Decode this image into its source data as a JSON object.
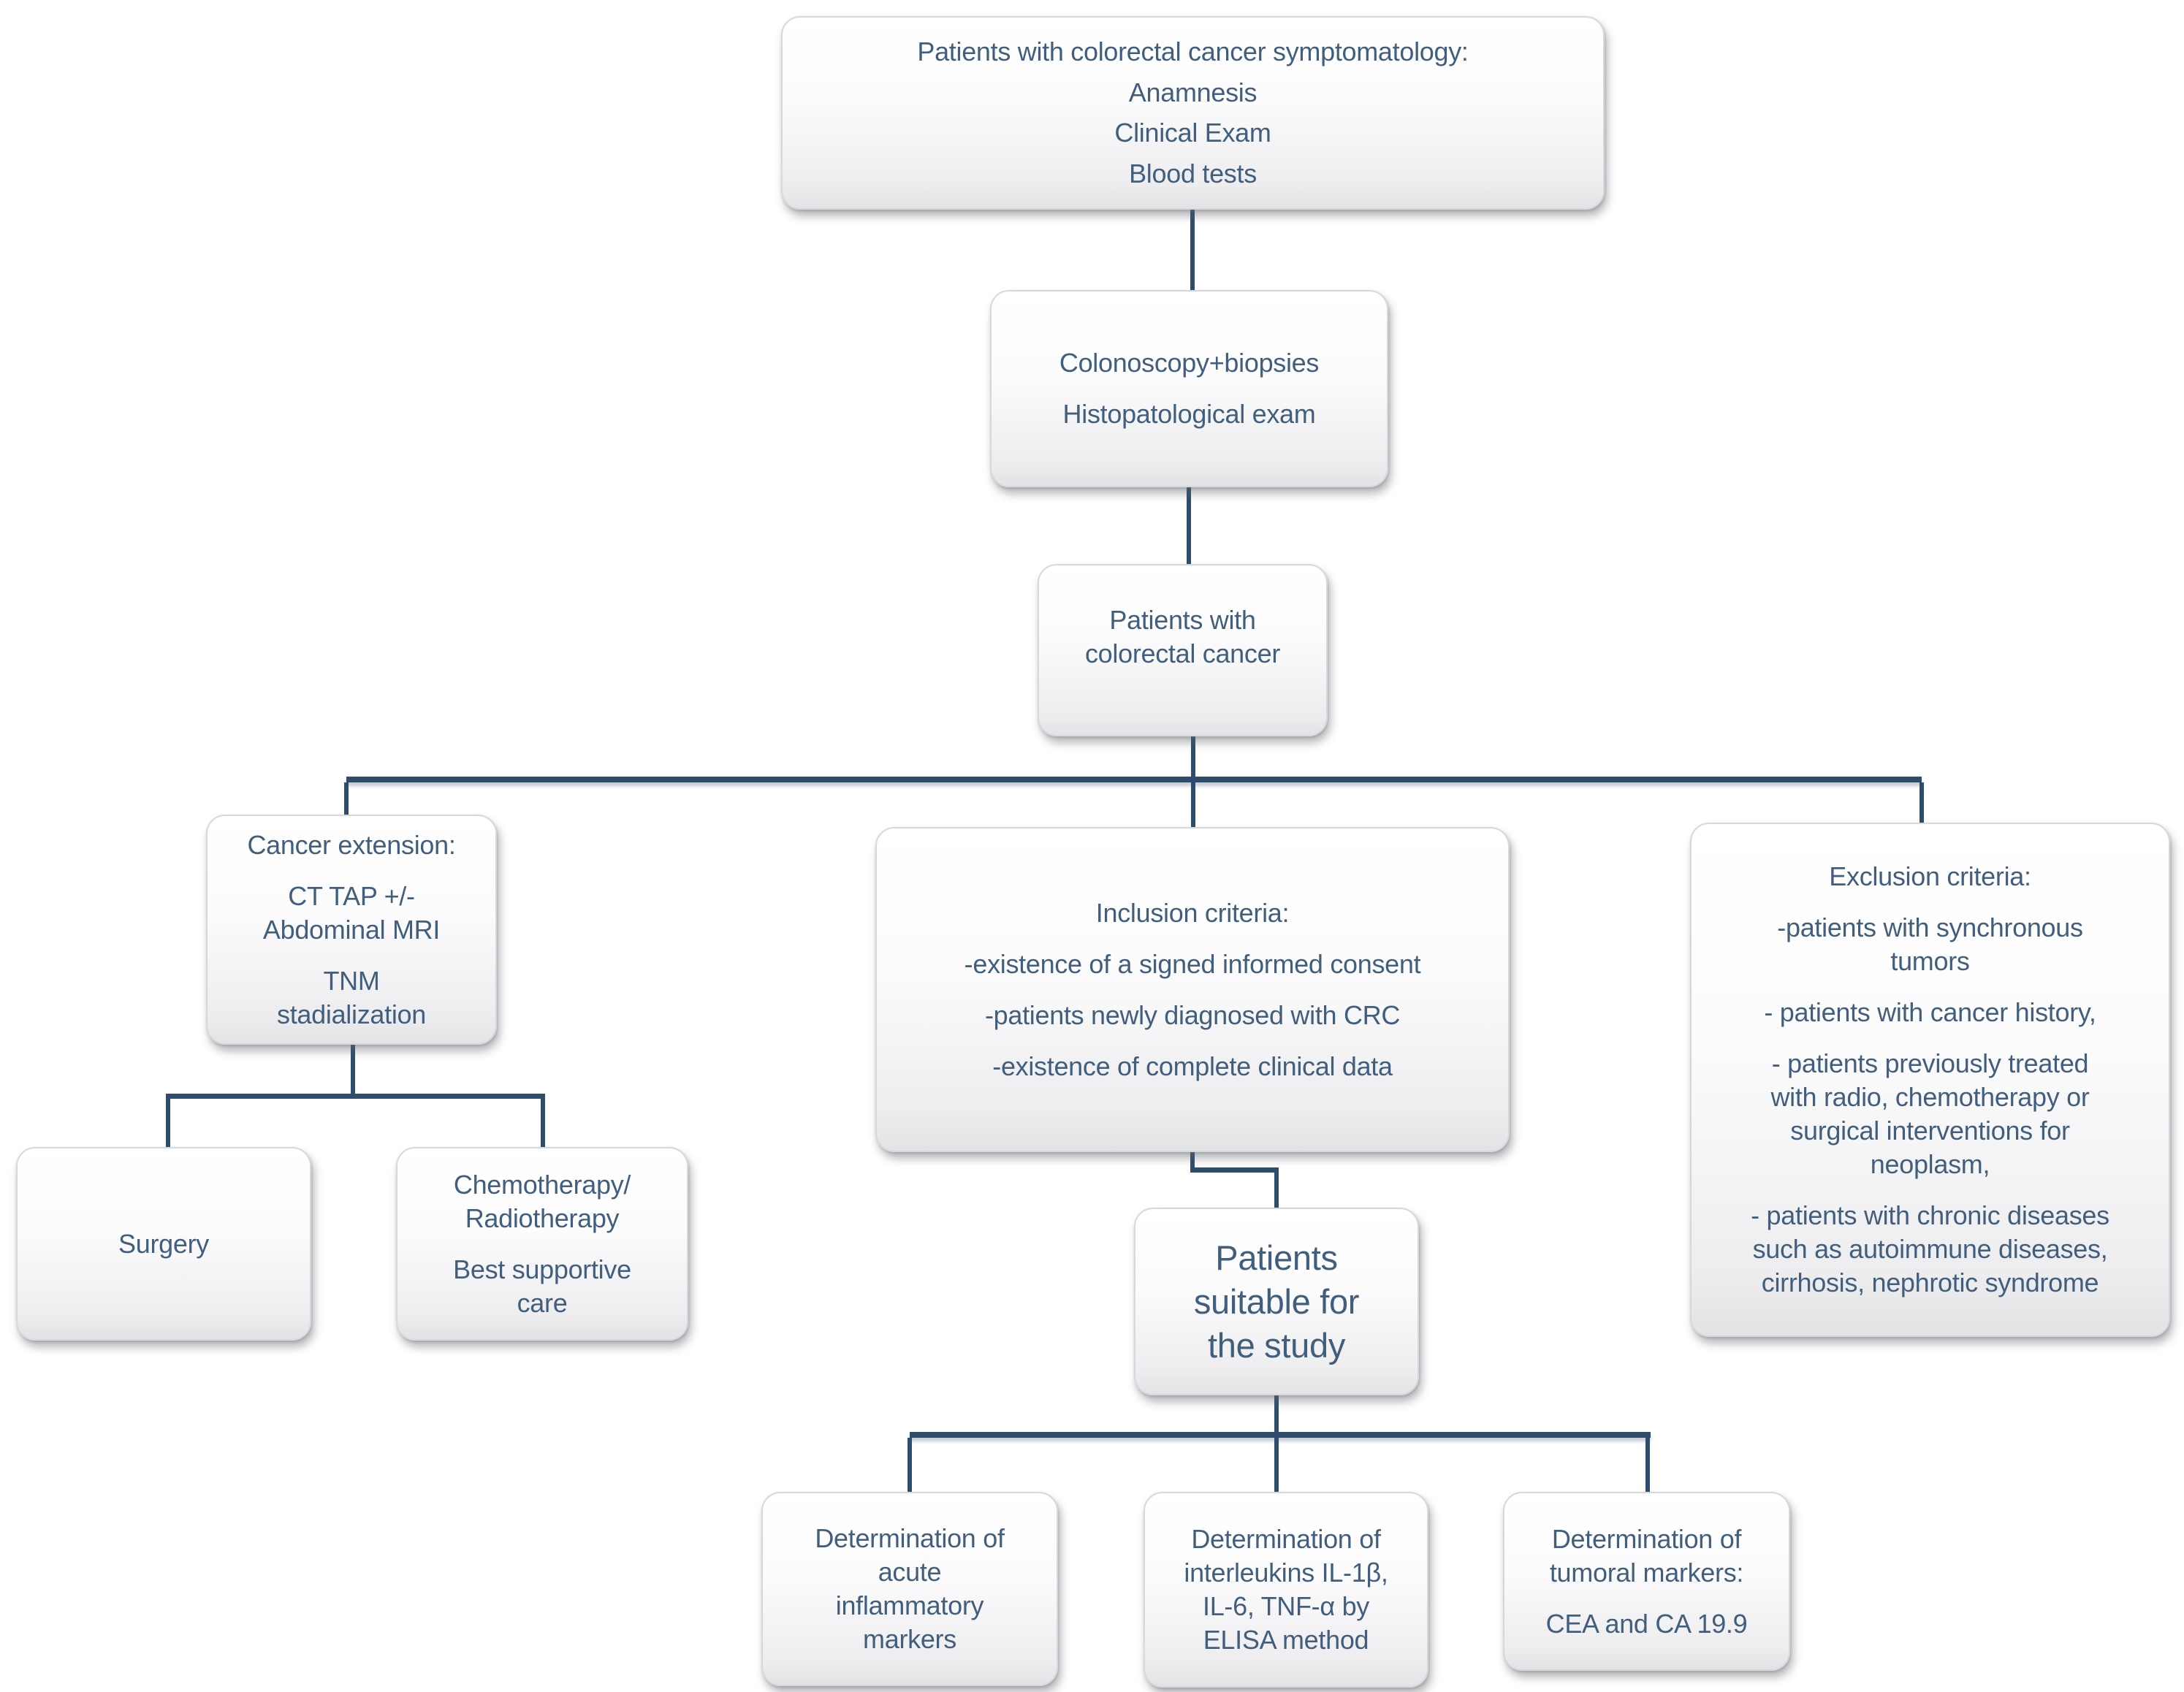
{
  "figure": {
    "title": "Colorectal cancer study patient selection flowchart",
    "colors": {
      "node_text": "#415e7d",
      "connector_line": "#2e4d6d",
      "node_border": "#d6d8db",
      "node_gradient_top": "#ffffff",
      "node_gradient_bottom": "#e3e3e6",
      "background": "#ffffff"
    }
  },
  "nodes": {
    "symptomatology": {
      "lines": [
        "Patients with colorectal cancer symptomatology:",
        "Anamnesis",
        "Clinical Exam",
        "Blood tests"
      ]
    },
    "colonoscopy": {
      "lines": [
        "Colonoscopy+biopsies",
        "Histopatological exam"
      ]
    },
    "patients_crc": {
      "lines": [
        "Patients with",
        "colorectal cancer"
      ]
    },
    "cancer_extension": {
      "lines": [
        "Cancer extension:",
        "CT TAP +/-",
        "Abdominal MRI",
        "TNM",
        "stadialization"
      ]
    },
    "surgery": {
      "lines": [
        "Surgery"
      ]
    },
    "chemo_radio": {
      "lines": [
        "Chemotherapy/",
        "Radiotherapy",
        "Best supportive",
        "care"
      ]
    },
    "inclusion": {
      "lines": [
        "Inclusion criteria:",
        "-existence of a signed informed consent",
        "-patients newly diagnosed with CRC",
        "-existence of complete clinical data"
      ]
    },
    "exclusion": {
      "lines": [
        "Exclusion criteria:",
        "-patients with synchronous",
        "tumors",
        "- patients with cancer history,",
        "- patients previously treated",
        "with radio, chemotherapy or",
        "surgical interventions for",
        "neoplasm,",
        "- patients with chronic diseases",
        "such as autoimmune diseases,",
        "cirrhosis, nephrotic syndrome"
      ]
    },
    "suitable": {
      "lines": [
        "Patients",
        "suitable for",
        "the study"
      ]
    },
    "det_acute": {
      "lines": [
        "Determination of",
        "acute",
        "inflammatory",
        "markers"
      ]
    },
    "det_interleukins": {
      "lines": [
        "Determination of",
        "interleukins IL-1β,",
        "IL-6, TNF-α by",
        "ELISA method"
      ]
    },
    "det_tumoral": {
      "lines": [
        "Determination of",
        "tumoral markers:",
        "CEA and CA 19.9"
      ]
    }
  }
}
